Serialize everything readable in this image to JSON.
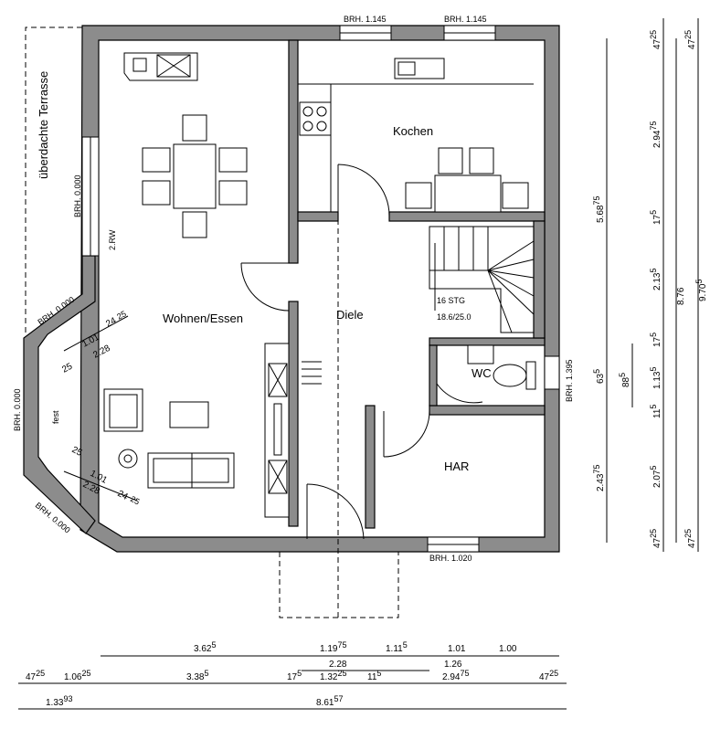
{
  "rooms": {
    "wohnen": "Wohnen/Essen",
    "kochen": "Kochen",
    "diele": "Diele",
    "wc": "WC",
    "har": "HAR",
    "terrasse": "überdachte Terrasse",
    "fest": "fest"
  },
  "stairs": {
    "count": "16 STG",
    "ratio": "18.6/25.0"
  },
  "windows": {
    "top_left": "BRH. 1.145",
    "top_right": "BRH. 1.145",
    "right": "BRH. 1.395",
    "bottom": "BRH. 1.020",
    "left_upper": "BRH. 0.000",
    "bay_upper": "BRH. 0.000",
    "bay_left": "BRH. 0.000",
    "bay_lower": "BRH. 0.000",
    "door_label": "2.RW"
  },
  "bay_dims": {
    "upper_a": "1.01",
    "upper_b": "2.28",
    "upper_c": "24",
    "upper_c_sup": "25",
    "upper_d": "25",
    "lower_a": "1.01",
    "lower_b": "2.28",
    "lower_c": "24",
    "lower_c_sup": "25",
    "lower_d": "25"
  },
  "dims_bottom": {
    "row1": [
      {
        "main": "3.62",
        "sup": "5"
      },
      {
        "main": "1.19",
        "sup": "75"
      },
      {
        "main": "1.11",
        "sup": "5"
      },
      {
        "main": "1.01",
        "sup": ""
      },
      {
        "main": "1.00",
        "sup": ""
      }
    ],
    "row2": [
      {
        "main": "2.28",
        "sup": ""
      },
      {
        "main": "1.26",
        "sup": ""
      }
    ],
    "row3": [
      {
        "main": "47",
        "sup": "25"
      },
      {
        "main": "1.06",
        "sup": "25"
      },
      {
        "main": "3.38",
        "sup": "5"
      },
      {
        "main": "17",
        "sup": "5"
      },
      {
        "main": "1.32",
        "sup": "25"
      },
      {
        "main": "11",
        "sup": "5"
      },
      {
        "main": "2.94",
        "sup": "75"
      },
      {
        "main": "47",
        "sup": "25"
      }
    ],
    "row4": [
      {
        "main": "1.33",
        "sup": "93"
      },
      {
        "main": "8.61",
        "sup": "57"
      }
    ]
  },
  "dims_right": {
    "col1": [
      {
        "main": "5.68",
        "sup": "75"
      },
      {
        "main": "63",
        "sup": "5"
      },
      {
        "main": "2.43",
        "sup": "75"
      }
    ],
    "col2": [
      {
        "main": "88",
        "sup": "5"
      }
    ],
    "col3": [
      {
        "main": "47",
        "sup": "25"
      },
      {
        "main": "2.94",
        "sup": "75"
      },
      {
        "main": "17",
        "sup": "5"
      },
      {
        "main": "2.13",
        "sup": "5"
      },
      {
        "main": "17",
        "sup": "5"
      },
      {
        "main": "1.13",
        "sup": "5"
      },
      {
        "main": "11",
        "sup": "5"
      },
      {
        "main": "2.07",
        "sup": "5"
      },
      {
        "main": "47",
        "sup": "25"
      }
    ],
    "col4": [
      {
        "main": "8.76",
        "sup": ""
      }
    ],
    "col5": [
      {
        "main": "47",
        "sup": "25"
      },
      {
        "main": "9.70",
        "sup": "5"
      },
      {
        "main": "47",
        "sup": "25"
      }
    ]
  }
}
